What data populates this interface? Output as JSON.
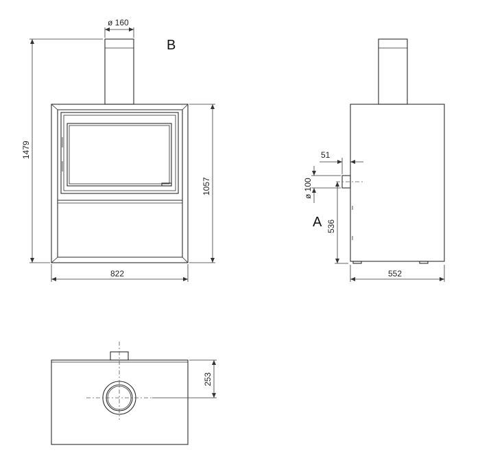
{
  "labels": {
    "flue_diameter_top": "ø 160",
    "outlet_b": "B",
    "outlet_a": "A",
    "total_height": "1479",
    "body_height": "1057",
    "front_width": "822",
    "side_depth": "552",
    "side_outlet_offset": "51",
    "side_outlet_diameter": "ø 100",
    "side_outlet_height": "536",
    "top_flue_offset": "253"
  },
  "colors": {
    "line": "#2a2a2a",
    "background": "#ffffff"
  }
}
